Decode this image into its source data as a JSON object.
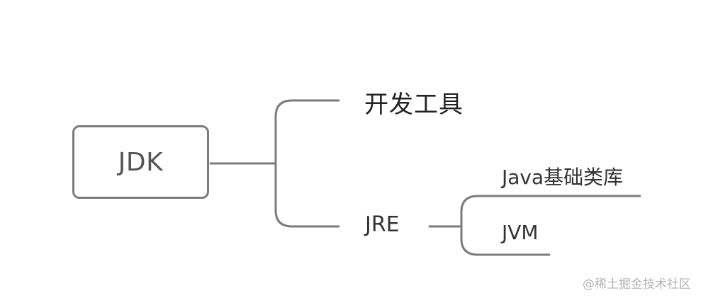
{
  "root": {
    "label": "JDK"
  },
  "children": {
    "devtools": {
      "label": "开发工具"
    },
    "jre": {
      "label": "JRE",
      "children": {
        "javalib": {
          "label": "Java基础类库"
        },
        "jvm": {
          "label": "JVM"
        }
      }
    }
  },
  "watermark": {
    "text": "@稀土掘金技术社区"
  },
  "colors": {
    "connector": "#7b7b7b",
    "box_border": "#7b7b7b",
    "root_text": "#555555",
    "label_text": "#222222",
    "watermark": "#b4b4b4"
  }
}
